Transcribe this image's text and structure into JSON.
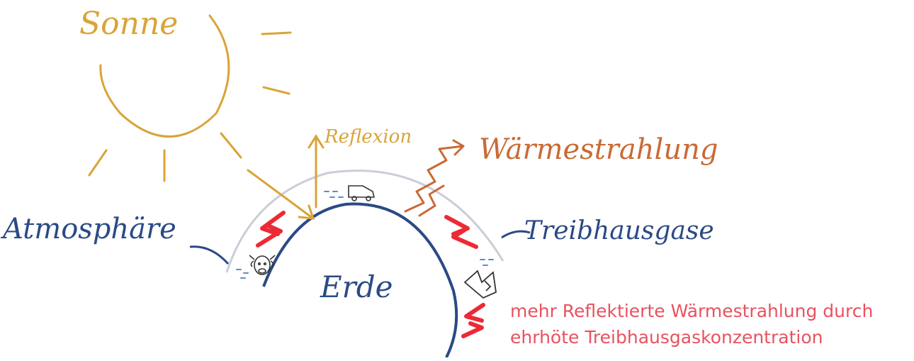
{
  "labels": {
    "sun": "Sonne",
    "reflection": "Reflexion",
    "heat_radiation": "Wärmestrahlung",
    "atmosphere": "Atmosphäre",
    "greenhouse_gases": "Treibhausgase",
    "earth": "Erde"
  },
  "note": {
    "line1": "mehr Reflektierte Wärmestrahlung durch",
    "line2": "ehrhöte Treibhausgaskonzentration"
  },
  "colors": {
    "sun": "#d9a437",
    "heat": "#c96a35",
    "earth": "#2b4a85",
    "atmosphere": "#c9ced8",
    "highlight": "#ec2a36",
    "note": "#e8525f"
  },
  "icons": [
    "cow-icon",
    "car-icon",
    "factory-icon"
  ]
}
